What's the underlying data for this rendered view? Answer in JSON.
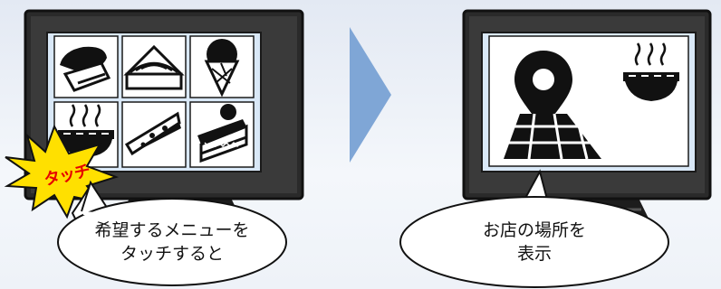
{
  "left_panel": {
    "menu_items": [
      "sushi-icon",
      "noodles-icon",
      "ice-cream-icon",
      "ramen-icon",
      "pizza-icon",
      "cake-icon"
    ],
    "touch_badge": "タッチ",
    "bubble_line1": "希望するメニューを",
    "bubble_line2": "タッチすると"
  },
  "right_panel": {
    "map_icon": "map-pin-icon",
    "food_icon": "ramen-icon",
    "bubble_line1": "お店の場所を",
    "bubble_line2": "表示"
  },
  "arrow_icon": "chevron-right-icon",
  "colors": {
    "screen": "#d9e8f7",
    "monitor": "#2b2b2b",
    "arrow": "#7fa6d6",
    "burst": "#ffe000",
    "touch_text": "#e60000"
  }
}
